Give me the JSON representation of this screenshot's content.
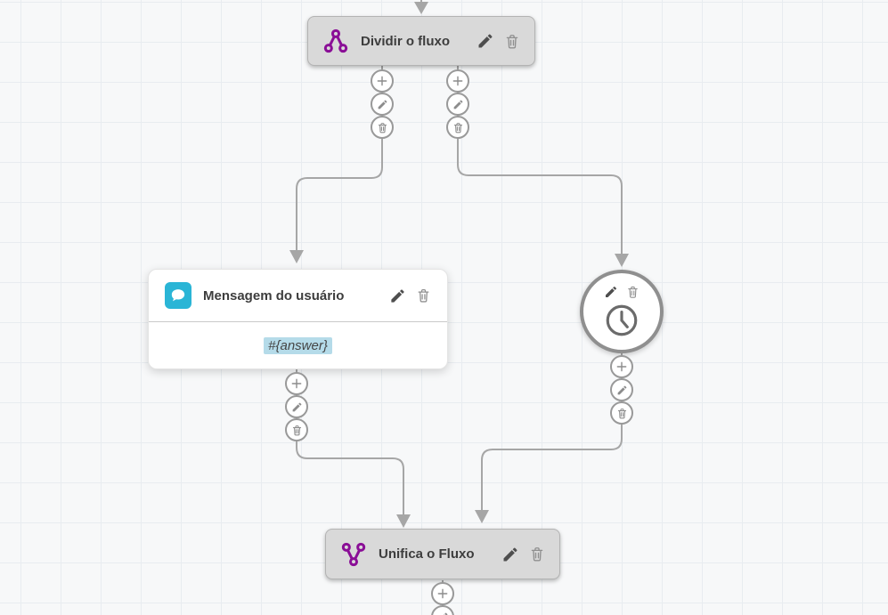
{
  "canvas": {
    "background": "#f7f8f9",
    "grid_color": "#e8ecf0"
  },
  "colors": {
    "node_gray": "#d9d9d9",
    "purple_accent": "#8a0e96",
    "chat_blue": "#2ab5d6",
    "variable_highlight": "#b5dbe9",
    "connector": "#a6a6a6"
  },
  "nodes": {
    "split": {
      "title": "Dividir o fluxo",
      "icon": "split-flow-icon"
    },
    "user_message": {
      "title": "Mensagem do usuário",
      "icon": "chat-bubble-icon",
      "body_value": "#{answer}"
    },
    "timer": {
      "icon": "clock-icon"
    },
    "merge": {
      "title": "Unifica o Fluxo",
      "icon": "merge-flow-icon"
    }
  },
  "connector_actions": {
    "add": "plus-icon",
    "edit": "pencil-icon",
    "delete": "trash-icon"
  }
}
